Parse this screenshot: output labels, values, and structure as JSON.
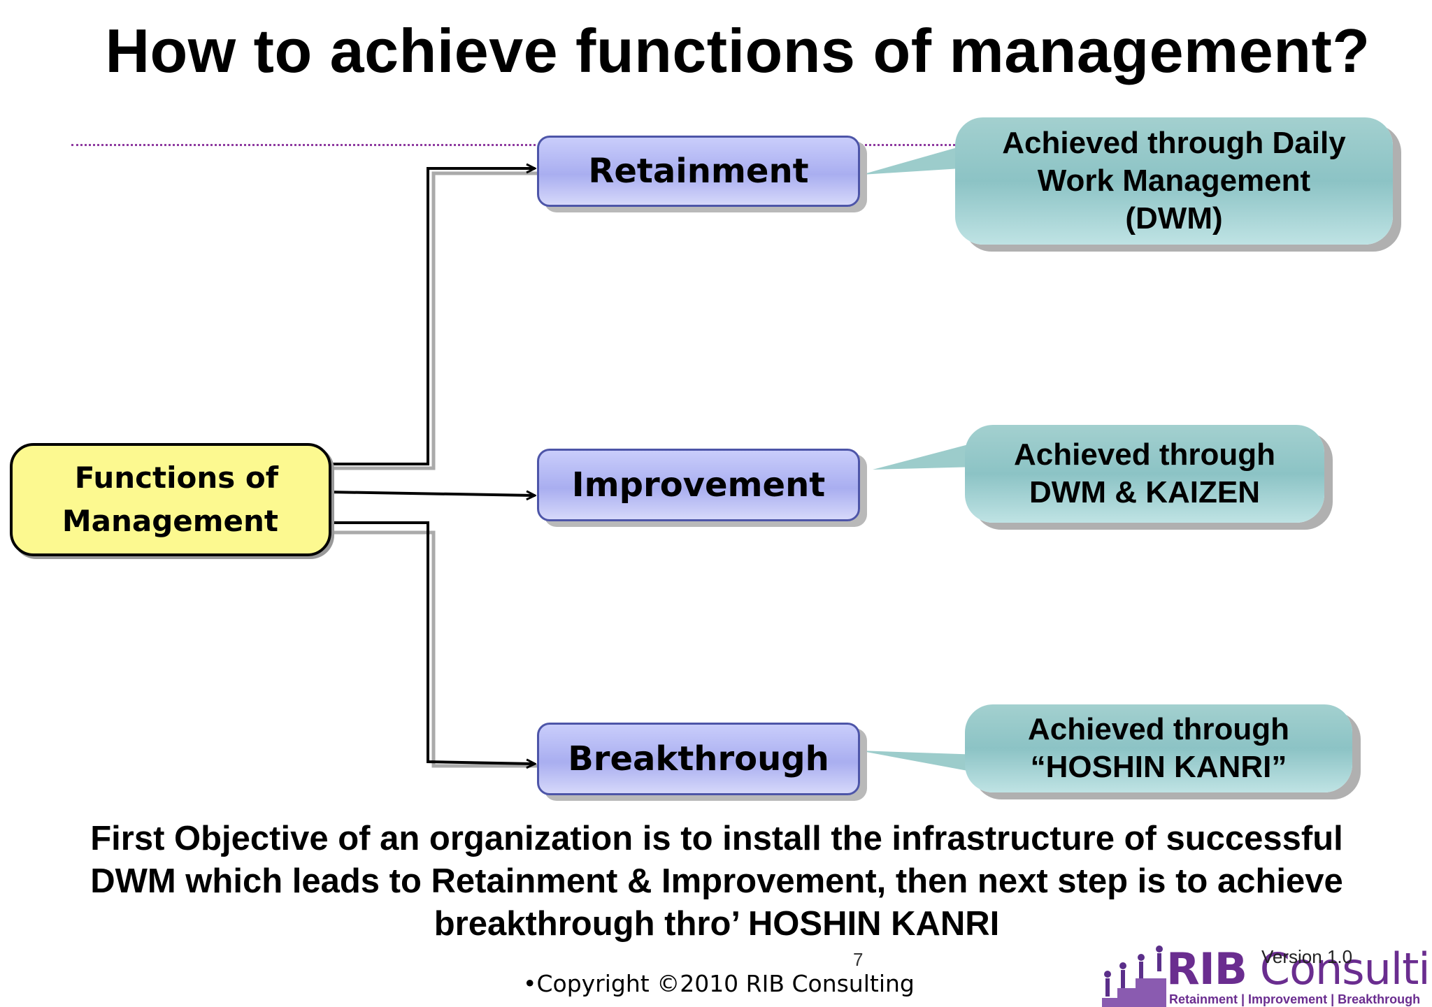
{
  "title": "How to achieve functions of management?",
  "source_node": {
    "line1": "Functions of",
    "line2": "Management",
    "fill": "#fcf990"
  },
  "functions": [
    {
      "label": "Retainment",
      "callout": "Achieved through Daily\n   Work Management\n(DWM)"
    },
    {
      "label": "Improvement",
      "callout": "Achieved through\n   DWM & KAIZEN"
    },
    {
      "label": "Breakthrough",
      "callout": "Achieved through\n“HOSHIN KANRI”"
    }
  ],
  "summary": "First Objective of an organization is to install the infrastructure of successful\nDWM which leads to Retainment & Improvement, then next step is to achieve\nbreakthrough thro’ HOSHIN KANRI",
  "page_number": "7",
  "copyright": "•Copyright ©2010 RIB Consulting",
  "logo": {
    "name_bold": "RIB",
    "name_rest": " Consulting",
    "tagline": "Retainment | Improvement | Breakthrough",
    "version": "Version 1.0",
    "color": "#6a2d8f"
  },
  "colors": {
    "node_border": "#4d55a8",
    "callout": "#8cc3c5",
    "divider": "#8e3aa0"
  }
}
